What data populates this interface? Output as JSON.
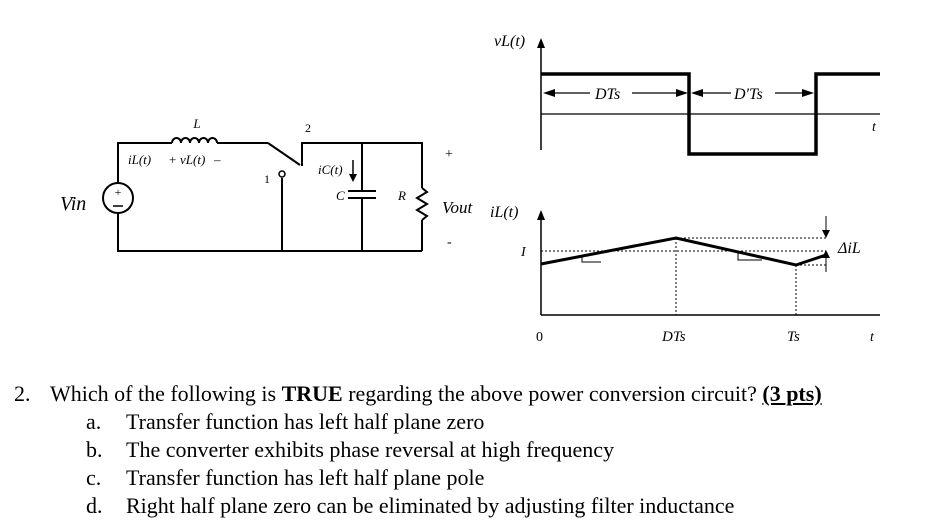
{
  "circuit": {
    "inductor_label": "L",
    "switch_pos_2": "2",
    "switch_pos_1": "1",
    "current_il": "iL(t)",
    "voltage_vl_plus": "+",
    "voltage_vl": "vL(t)",
    "voltage_vl_minus": "–",
    "current_ic": "iC(t)",
    "capacitor_label": "C",
    "resistor_label": "R",
    "source_label": "Vin",
    "source_plus": "+",
    "output_label": "Vout",
    "output_plus": "+",
    "output_minus": "-"
  },
  "waveform_vl": {
    "ylabel": "vL(t)",
    "xlabel": "t",
    "dt_label": "DTs",
    "dpt_label": "D′Ts"
  },
  "waveform_il": {
    "ylabel": "iL(t)",
    "xlabel": "t",
    "i_label": "I",
    "origin_label": "0",
    "dt_tick": "DTs",
    "ts_tick": "Ts",
    "ripple_label": "ΔiL"
  },
  "question": {
    "number": "2.",
    "text_before": "Which of the following is ",
    "text_bold": "TRUE",
    "text_after": " regarding the above power conversion circuit? ",
    "points": "(3 pts)",
    "options": [
      {
        "letter": "a.",
        "text": "Transfer function has left half plane zero"
      },
      {
        "letter": "b.",
        "text": "The converter exhibits phase reversal at high frequency"
      },
      {
        "letter": "c.",
        "text": "Transfer function has left half plane pole"
      },
      {
        "letter": "d.",
        "text": "Right half plane zero can be eliminated by adjusting filter inductance"
      }
    ]
  }
}
